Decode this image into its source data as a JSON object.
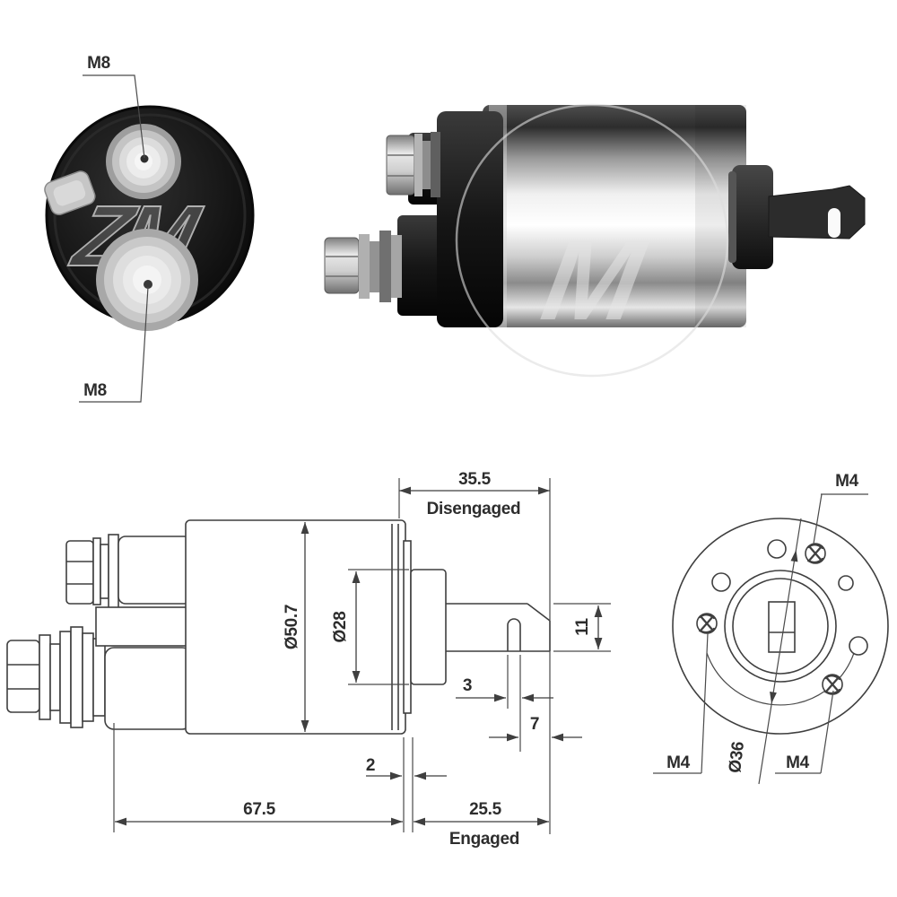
{
  "colors": {
    "background": "#ffffff",
    "drawing_line": "#3f3f3f",
    "dimension_text": "#2d2d2d",
    "photo_dark": "#151515",
    "photo_chrome_light": "#f2f2f2"
  },
  "photos": {
    "end_view": {
      "terminal_top_label": "M8",
      "terminal_bottom_label": "M8",
      "brand_watermark": "ZM"
    },
    "side_view": {
      "brand_watermark": "M"
    }
  },
  "side_drawing": {
    "travel_disengaged_value": "35.5",
    "travel_disengaged_label": "Disengaged",
    "body_diameter": "Ø50.7",
    "flange_diameter": "Ø28",
    "clevis_height": "11",
    "slot_width": "3",
    "slot_depth": "7",
    "plate_thickness": "2",
    "body_length": "67.5",
    "travel_engaged_value": "25.5",
    "travel_engaged_label": "Engaged"
  },
  "end_drawing": {
    "screw_top_label": "M4",
    "screw_left_label": "M4",
    "screw_right_label": "M4",
    "bolt_circle_diameter": "Ø36"
  }
}
